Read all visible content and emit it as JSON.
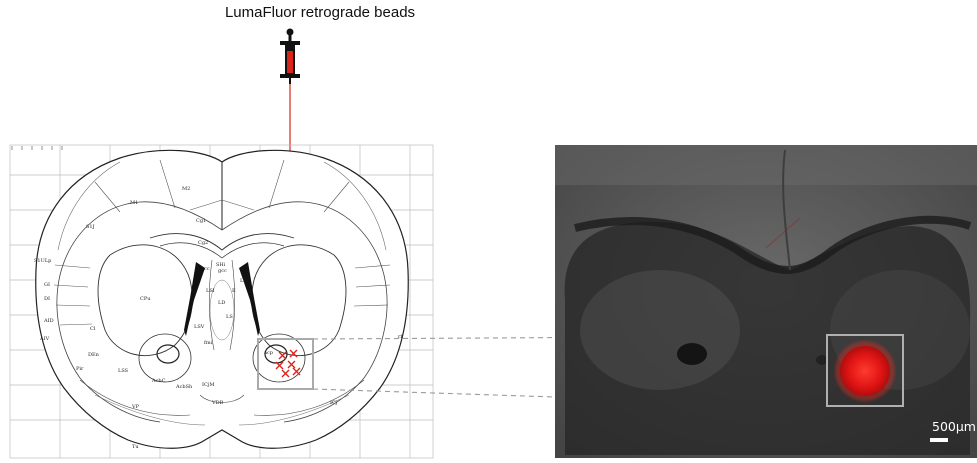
{
  "figure": {
    "injection_label": "LumaFluor retrograde beads",
    "scale_bar_label": "500µm"
  },
  "atlas_labels": {
    "m2": "M2",
    "m1": "M1",
    "s1j": "S1J",
    "cg1": "Cg1",
    "cg2": "Cg2",
    "s1ulp": "S1ULp",
    "gi": "GI",
    "di": "DI",
    "aid": "AID",
    "aiv": "AIV",
    "cpu": "CPu",
    "cl": "Cl",
    "den": "DEn",
    "pir": "Pir",
    "acbc": "AcbC",
    "acbsh": "AcbSh",
    "vp": "VP",
    "vdb": "VDB",
    "tu": "Tu",
    "lss": "LSS",
    "ls": "LS",
    "shi": "SHi",
    "lsi": "LSI",
    "lsv": "LSV",
    "ld": "LD",
    "cc": "cc",
    "gcc": "gcc",
    "e": "E",
    "lv": "LV",
    "acp": "acp",
    "fmi": "fmi",
    "icj": "ICj",
    "icjm": "ICjM",
    "rf": "rf"
  },
  "colors": {
    "injection": "#d9241c",
    "roi_box": "#aaaaaa",
    "fluorescence": "#e01414",
    "guide_dash": "#9a9a9a"
  }
}
